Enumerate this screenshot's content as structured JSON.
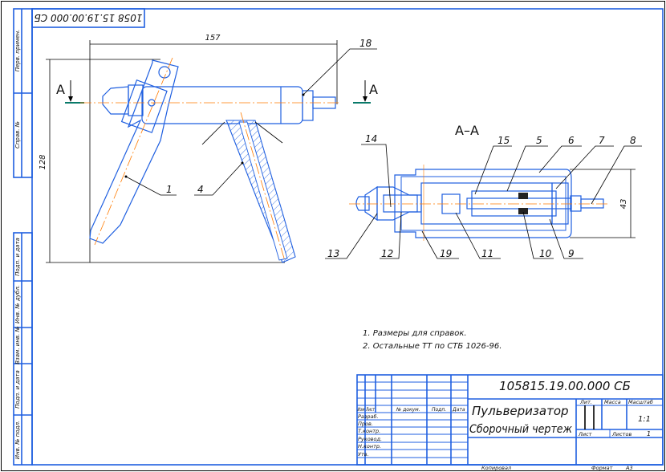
{
  "colors": {
    "line": "#1f5fe0",
    "axis": "#ff7b00",
    "dimension": "#000000",
    "section_mark": "#0a7a6a"
  },
  "stamp_rotated": "1058 15.19.00.000 СБ",
  "side_strip": [
    "Перв. примен.",
    "Справ. №",
    "Подп. и дата",
    "Инв. № дубл.",
    "Взам. инв. №",
    "Подп. и дата",
    "Инв. № подл."
  ],
  "dimensions": {
    "width": "157",
    "height": "128",
    "diameter": "43"
  },
  "section": {
    "mark": "А",
    "title": "А–А"
  },
  "callouts": {
    "c1": "1",
    "c4": "4",
    "c18": "18",
    "c14": "14",
    "c15": "15",
    "c5": "5",
    "c6": "6",
    "c7": "7",
    "c8": "8",
    "c13": "13",
    "c12": "12",
    "c19": "19",
    "c11": "11",
    "c10": "10",
    "c9": "9"
  },
  "notes": [
    "1. Размеры для справок.",
    "2. Остальные ТТ по СТБ 1026-96."
  ],
  "title_block": {
    "designation": "105815.19.00.000 СБ",
    "name_line1": "Пульверизатор",
    "name_line2": "Сборочный чертеж",
    "headers": {
      "izm": "Изм",
      "list": "Лист",
      "doc": "№ докум.",
      "sign": "Подп.",
      "date": "Дата"
    },
    "roles": [
      "Разраб.",
      "Пров.",
      "Т.контр.",
      "Руковод.",
      "Н.контр.",
      "Утв."
    ],
    "lit": "Лит.",
    "mass": "Масса",
    "scale_label": "Масштаб",
    "scale": "1:1",
    "sheet": "Лист",
    "sheets": "Листов",
    "sheets_value": "1",
    "copied": "Копировал",
    "format_label": "Формат",
    "format": "А3"
  }
}
